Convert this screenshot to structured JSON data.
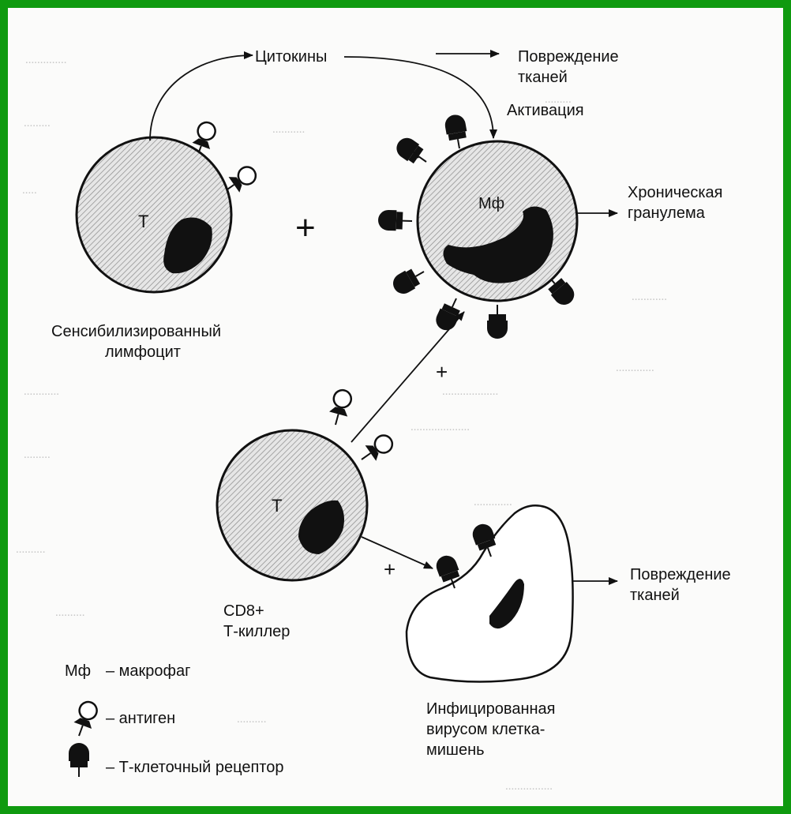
{
  "colors": {
    "border": "#0f9a0f",
    "ink": "#111111",
    "paper": "#fbfbfa"
  },
  "labels": {
    "cytokines": "Цитокины",
    "tissue_damage_top_1": "Повреждение",
    "tissue_damage_top_2": "тканей",
    "activation": "Активация",
    "chronic_1": "Хроническая",
    "chronic_2": "гранулема",
    "macrophage_cell": "Мф",
    "t_cell_top": "Т",
    "t_cell_bottom": "Т",
    "plus_main": "+",
    "plus_diag": "+",
    "plus_bottom": "+",
    "sensitized_1": "Сенсибилизированный",
    "sensitized_2": "лимфоцит",
    "cd8_1": "CD8+",
    "cd8_2": "Т-киллер",
    "tissue_damage_bottom_1": "Повреждение",
    "tissue_damage_bottom_2": "тканей",
    "infected_1": "Инфицированная",
    "infected_2": "вирусом клетка-",
    "infected_3": "мишень"
  },
  "legend": {
    "macrophage_abbr": "Мф",
    "macrophage_desc": "– макрофаг",
    "antigen_desc": "– антиген",
    "receptor_desc": "– Т-клеточный рецептор"
  }
}
